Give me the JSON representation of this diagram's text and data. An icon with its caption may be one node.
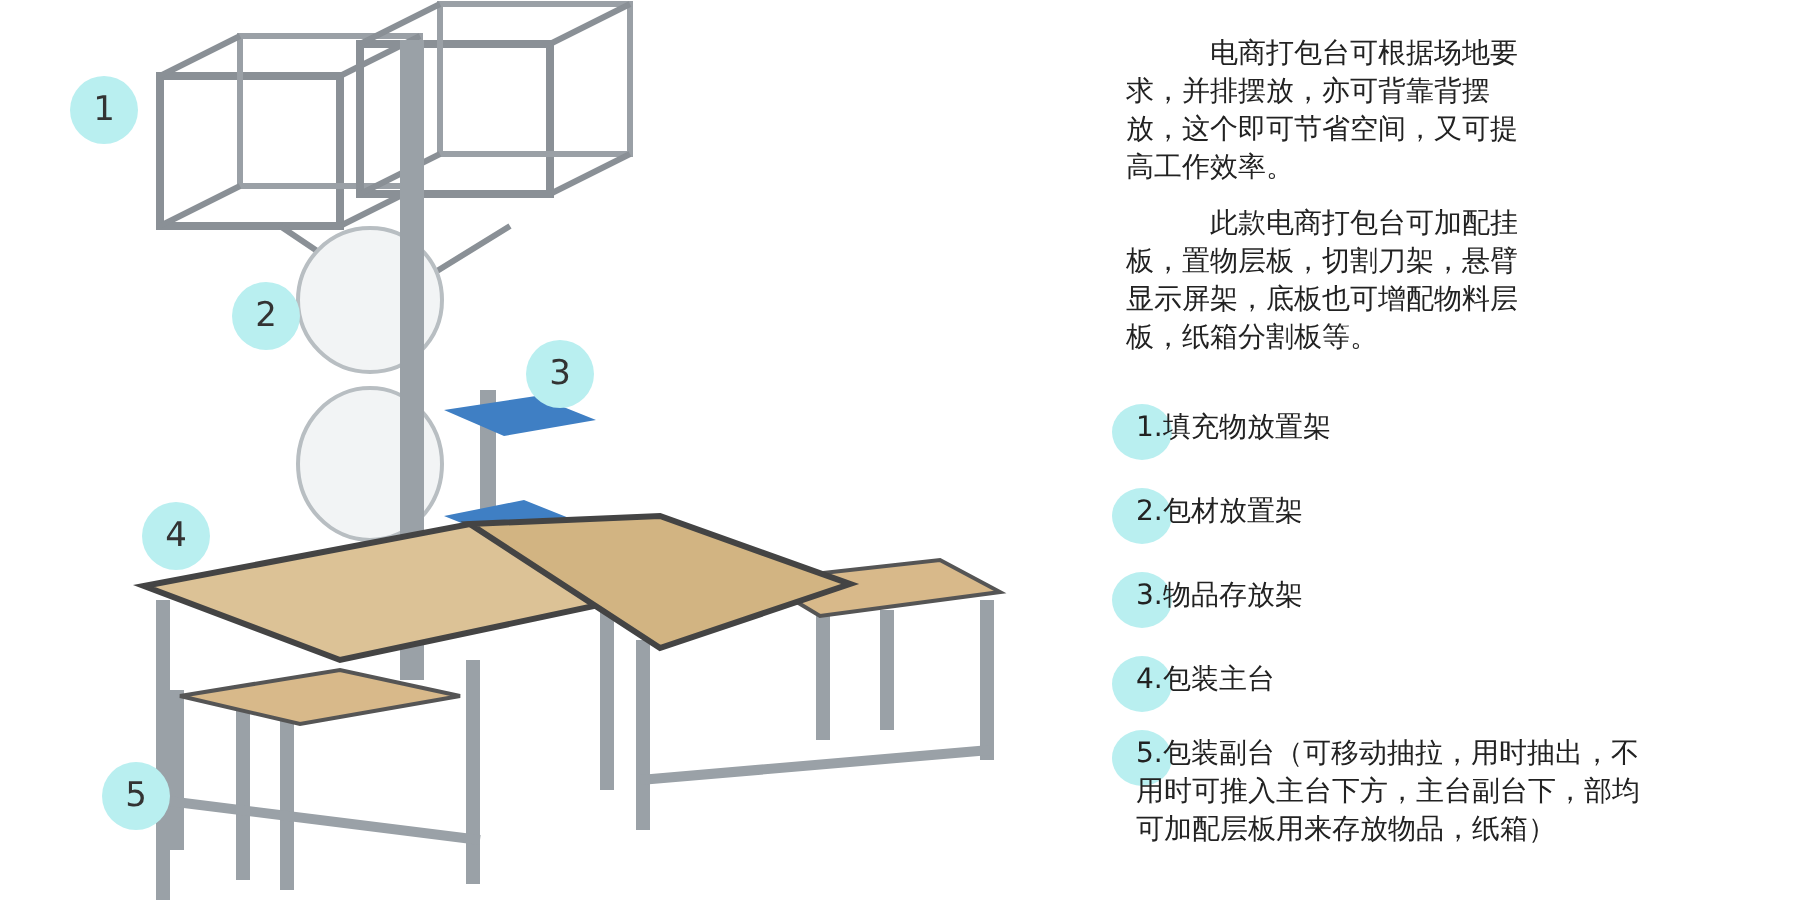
{
  "diagram": {
    "labels": [
      "1",
      "2",
      "3",
      "4",
      "5",
      "电商打包台可根据场地要求，并排摆放，亦可背靠背摆放，这个即可节省空间，又可提高工作效率。",
      "此款电商打包台可加配挂板，置物层板，切割刀架，悬臂显示屏架，底板也可增配物料层板，纸箱分割板等。",
      "1.填充物放置架",
      "2.包材放置架",
      "3.物品存放架",
      "4.包装主台",
      "5.包装副台（可移动抽拉，用时抽出，不用时可推入主台下方，主台副台下，部均可加配层板用来存放物品，纸箱）"
    ]
  }
}
